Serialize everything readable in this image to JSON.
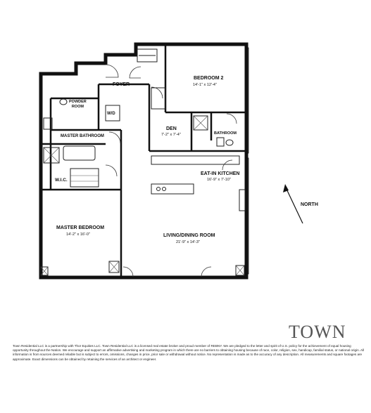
{
  "rooms": {
    "foyer": {
      "name": "FOYER"
    },
    "powder_room": {
      "name": "POWDER\nROOM"
    },
    "wd": {
      "name": "W/D"
    },
    "bedroom2": {
      "name": "BEDROOM 2",
      "dims": "14'-1\" x 12'-4\""
    },
    "den": {
      "name": "DEN",
      "dims": "7'-2\" x 7'-4\""
    },
    "bathroom": {
      "name": "BATHROOM"
    },
    "master_bathroom": {
      "name": "MASTER BATHROOM"
    },
    "wic": {
      "name": "W.I.C."
    },
    "kitchen": {
      "name": "EAT-IN KITCHEN",
      "dims": "16'-9\" x 7'-10\""
    },
    "master_bedroom": {
      "name": "MASTER BEDROOM",
      "dims": "14'-2\" x 16'-0\""
    },
    "living": {
      "name": "LIVING/DINING ROOM",
      "dims": "21'-9\" x 14'-3\""
    }
  },
  "north_label": "NORTH",
  "brand": "TOWN",
  "disclaimer": "Town Residential LLC is a partnership with Thor Equities LLC. Town Residential LLC is a licensed real estate broker and proud member of REBNY. We are pledged to the letter and spirit of U.S. policy for the achievement of equal housing opportunity throughout the Nation. We encourage and support an affirmative advertising and marketing program in which there are no barriers to obtaining housing because of race, color, religion, sex, handicap, familial status, or national origin. All information is from sources deemed reliable but is subject to errors, omissions, changes in price, prior sale or withdrawal without notice. No representation is made as to the accuracy of any description. All measurements and square footages are approximate. Exact dimensions can be obtained by retaining the services of an architect or engineer."
}
